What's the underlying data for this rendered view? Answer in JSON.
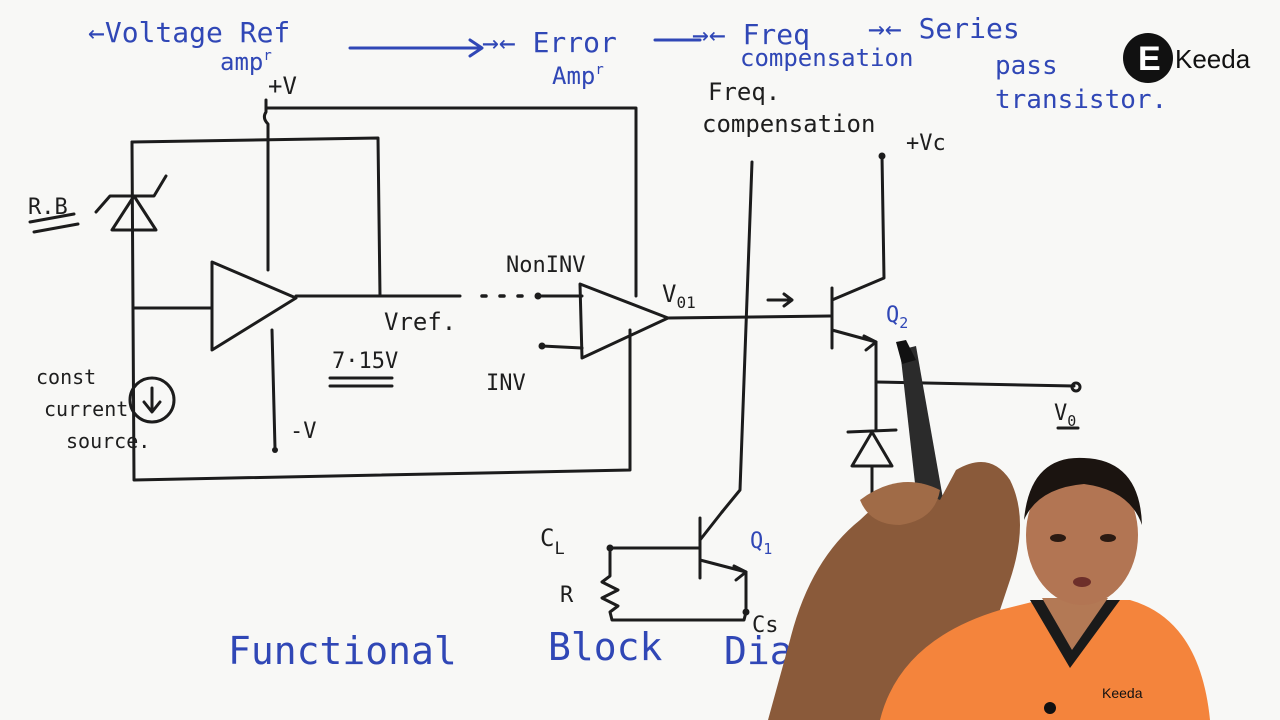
{
  "header": {
    "voltage_ref": "←Voltage Ref",
    "voltage_ref_ampr": "amp",
    "voltage_ref_ampr_sup": "r",
    "error": "→← Error",
    "error_ampr": "Amp",
    "error_ampr_sup": "r",
    "freq": "→← Freq",
    "freq_comp": "compensation",
    "series": "→← Series",
    "series_pass": "pass",
    "series_transistor": "transistor."
  },
  "logo": {
    "brand": "Keeda",
    "letter": "E"
  },
  "labels": {
    "plus_v": "+V",
    "minus_v": "-V",
    "rb": "R.B",
    "const": "const",
    "current": "current",
    "source": "source.",
    "vref": "Vref.",
    "vref_value": "7·15V",
    "noninv": "NonINV",
    "inv": "INV",
    "vo1": "V",
    "vo1_sub": "01",
    "freq_comp_line1": "Freq.",
    "freq_comp_line2": "compensation",
    "plus_vc": "+Vc",
    "q2": "Q",
    "q2_sub": "2",
    "vo": "V",
    "vo_sub": "0",
    "cl": "C",
    "cl_sub": "L",
    "r": "R",
    "q1": "Q",
    "q1_sub": "1",
    "cs": "Cs"
  },
  "footer": {
    "functional": "Functional",
    "block": "Block",
    "diagram": "Dia"
  },
  "presenter": {
    "shirt_logo": "Keeda"
  },
  "colors": {
    "ink": "#1c1c1c",
    "blue_marker": "#3047b6",
    "board": "#f8f8f6",
    "shirt": "#f4843c"
  }
}
